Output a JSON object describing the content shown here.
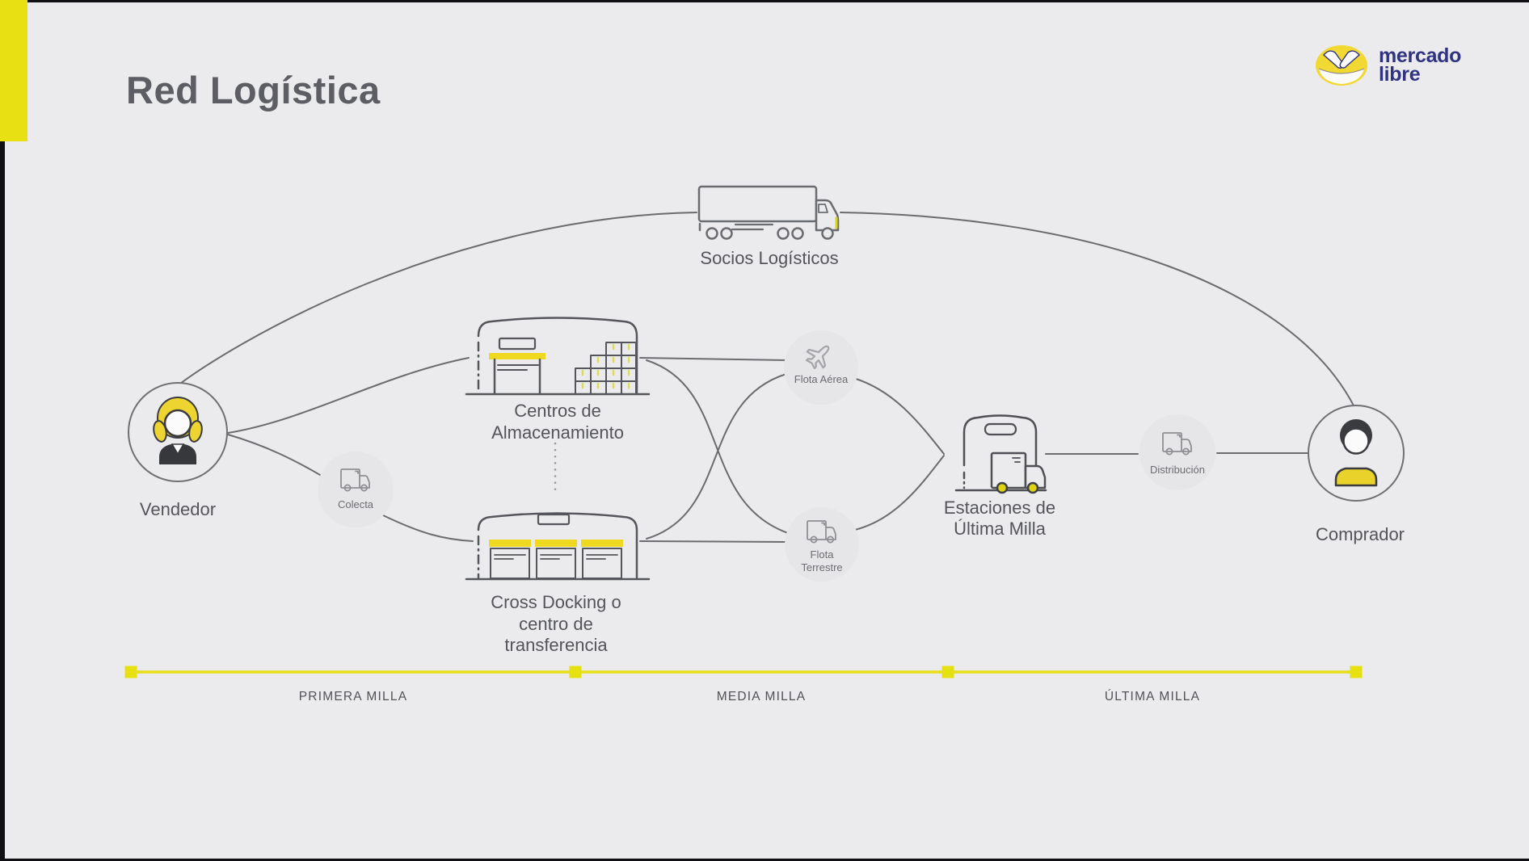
{
  "header": {
    "title": "Red Logística"
  },
  "logo": {
    "brand_line1": "mercado",
    "brand_line2": "libre"
  },
  "nodes": {
    "vendedor": {
      "label": "Vendedor"
    },
    "socios": {
      "label": "Socios Logísticos"
    },
    "centros": {
      "line1": "Centros de",
      "line2": "Almacenamiento"
    },
    "crossdocking": {
      "line1": "Cross Docking o",
      "line2": "centro de",
      "line3": "transferencia"
    },
    "colecta": {
      "label": "Colecta"
    },
    "flota_aerea": {
      "label": "Flota Aérea"
    },
    "flota_terrestre": {
      "line1": "Flota",
      "line2": "Terrestre"
    },
    "estaciones": {
      "line1": "Estaciones de",
      "line2": "Última Milla"
    },
    "distribucion": {
      "label": "Distribución"
    },
    "comprador": {
      "label": "Comprador"
    }
  },
  "timeline": {
    "labels": [
      "PRIMERA MILLA",
      "MEDIA MILLA",
      "ÚLTIMA MILLA"
    ]
  },
  "colors": {
    "accent_yellow": "#E8E013",
    "icon_yellow": "#EED431",
    "line_gray": "#6B6C70",
    "text_gray": "#54555A",
    "brand_navy": "#2F3380",
    "background": "#EBEBED"
  }
}
